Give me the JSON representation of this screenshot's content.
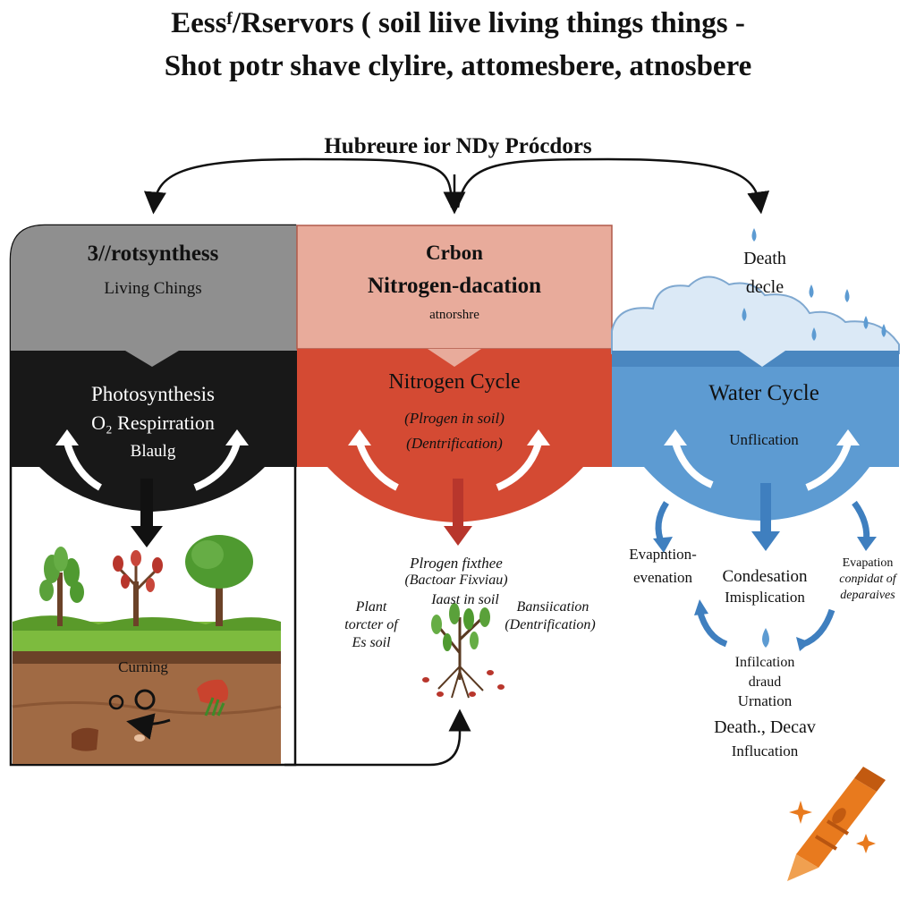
{
  "title": {
    "line1": "Eessᶠ/Rservors ( soil liive living things things -",
    "line2": "Shot potr shave clylire, attomesbere, atnosbere"
  },
  "hub_label": "Hubreure ior NDy Prócdors",
  "panels": {
    "left": {
      "top_title": "3//rotsynthess",
      "top_sub": "Living  Chings",
      "line1": "Photosynthesis",
      "line2": "O₂ Respirration",
      "line3": "Blaulg",
      "soil_label": "Curning",
      "soil_symbol": "O O"
    },
    "middle": {
      "top_title1": "Crbon",
      "top_title2": "Nitrogen-dacation",
      "top_sub": "atnorshre",
      "cycle_title": "Nitrogen Cycle",
      "line1": "(Plrogen in soil)",
      "line2": "(Dentrification)",
      "plant_lines": [
        "Plrogen fixthee",
        "(Bactoar Fixviau)",
        "Iaast in soil"
      ],
      "left_lines": [
        "Plant",
        "torcter of",
        "Es soil"
      ],
      "right_lines": [
        "Bansiication",
        "(Dentrification)"
      ]
    },
    "right": {
      "cloud_line1": "Death",
      "cloud_line2": "decle",
      "cycle_title": "Water Cycle",
      "sub": "Unflication",
      "left_lines": [
        "Evapntion-",
        "evenation"
      ],
      "center_lines": [
        "Condesation",
        "Imisplication"
      ],
      "right_lines": [
        "Evapation",
        "conpidat of",
        "deparaives"
      ],
      "bottom_lines": [
        "Infilcation",
        "draud",
        "Urnation"
      ],
      "death_line": "Death., Decav",
      "infl_line": "Influcation"
    }
  },
  "colors": {
    "gray": "#8f8f8f",
    "black": "#181818",
    "salmon": "#e8ab9b",
    "red": "#d44a33",
    "blue": "#5d9bd2",
    "crayon": "#e87a1e"
  }
}
